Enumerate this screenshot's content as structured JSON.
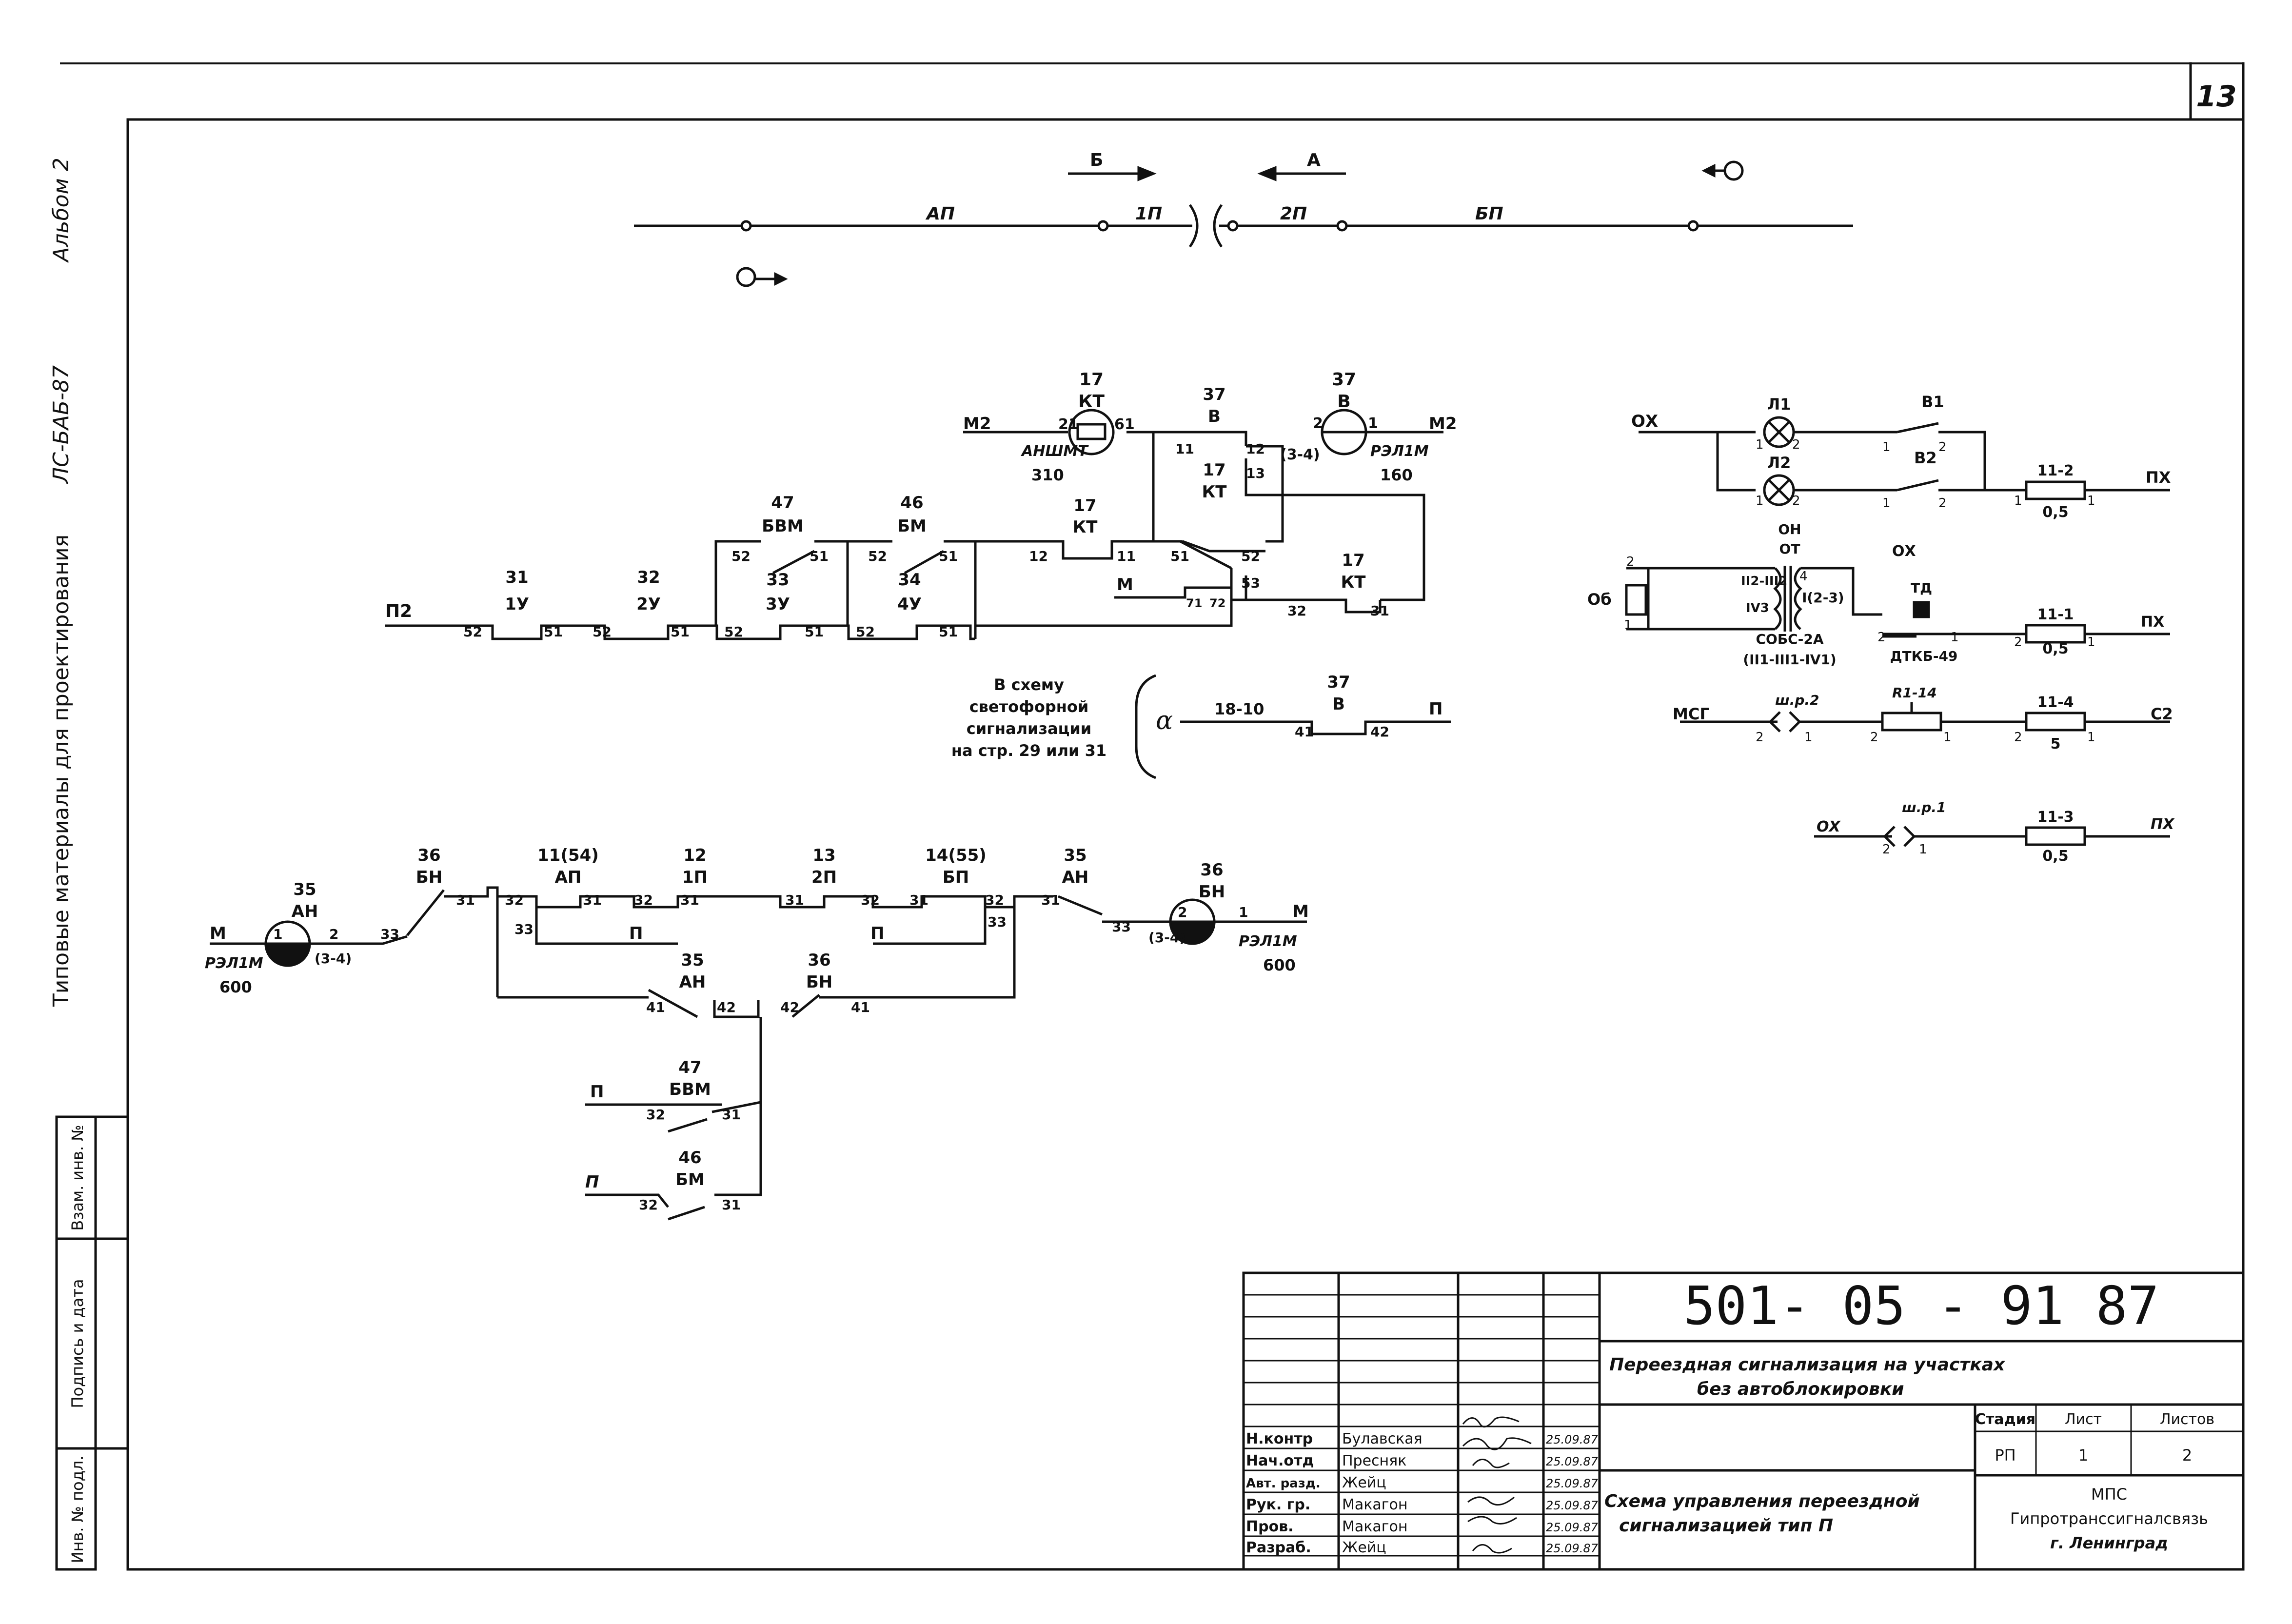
{
  "sheet": {
    "page_number": "13",
    "side_series": "Типовые материалы для проектирования",
    "side_album_code": "ЛС-БАБ-87",
    "side_album": "Альбом 2",
    "side_stamp_cells": [
      "Инв. № подл.",
      "Подпись и дата",
      "Взам. инв. №"
    ]
  },
  "track": {
    "direction_b": "Б",
    "direction_a": "А",
    "sections": [
      "АП",
      "1П",
      "2П",
      "БП"
    ]
  },
  "crossing_circuit": {
    "bus_left": "П2",
    "bus_m2_left": "М2",
    "bus_m2_right": "М2",
    "contacts": {
      "c31": "31",
      "c1u": "1У",
      "c32": "32",
      "c2u": "2У",
      "c47": "47",
      "cbvm": "БВМ",
      "c33": "33",
      "c3u": "3У",
      "c46": "46",
      "cbm": "БМ",
      "c34": "34",
      "c4u": "4У",
      "c17a": "17",
      "ckta": "КТ",
      "c17b": "17",
      "cktb": "КТ",
      "c17c": "17",
      "cktc": "КТ",
      "c37a": "37",
      "cva": "В",
      "m_label": "М"
    },
    "relay_kt": {
      "number": "17",
      "name": "КТ",
      "type": "АНШМТ",
      "resistance": "310",
      "pin_a": "21",
      "pin_b": "61"
    },
    "relay_v": {
      "number": "37",
      "name": "В",
      "type": "РЭЛ1М",
      "resistance": "160",
      "pin_a": "2",
      "pin_b": "1",
      "pins_extra": "(3-4)"
    },
    "pins": [
      "52",
      "51",
      "52",
      "51",
      "52",
      "51",
      "52",
      "51",
      "52",
      "51",
      "52",
      "51",
      "12",
      "11",
      "51",
      "52",
      "53",
      "71",
      "72",
      "32",
      "31",
      "11",
      "12",
      "13"
    ],
    "note_lines": [
      "В схему",
      "светофорной",
      "сигнализации",
      "на стр. 29 или 31"
    ],
    "alpha_branch": {
      "label": "α",
      "wire": "18-10",
      "contact_num": "37",
      "contact_name": "В",
      "pin_a": "41",
      "pin_b": "42",
      "bus": "П"
    }
  },
  "signal_circuit": {
    "ox": "ОХ",
    "px": "ПХ",
    "lamp1": "Л1",
    "lamp2": "Л2",
    "sw1": "В1",
    "sw2": "В2",
    "fuse_a": {
      "name": "11-2",
      "rating": "0,5"
    },
    "fuse_b": {
      "name": "11-1",
      "rating": "0,5"
    },
    "fuse_c": {
      "name": "11-4",
      "rating": "5"
    },
    "fuse_d": {
      "name": "11-3",
      "rating": "0,5"
    },
    "transformer": {
      "label_top": "ОН",
      "label_bottom": "ОТ",
      "name": "СОБС-2А",
      "taps": "(II1-III1-IV1)",
      "primary_a": "II2-III2",
      "primary_b": "IV3",
      "secondary": "I(2-3)"
    },
    "td_label": "ТД",
    "dtkb": "ДТКБ-49",
    "ob": "Об",
    "msg": "МСГ",
    "c2": "С2",
    "shr2": "ш.р.2",
    "r1": "R1-14",
    "shr1": "ш.р.1",
    "pins": [
      "1",
      "2",
      "1",
      "2",
      "1",
      "2",
      "1",
      "2",
      "1",
      "4",
      "1",
      "2",
      "1",
      "2",
      "1",
      "2",
      "1",
      "2",
      "1",
      "2",
      "1",
      "2",
      "1",
      "2",
      "1"
    ]
  },
  "motor_circuit": {
    "left_relay": {
      "number": "35",
      "name": "АН",
      "type": "РЭЛ1М",
      "resistance": "600",
      "pin_a": "1",
      "pin_b": "2",
      "extra": "(3-4)",
      "bus": "М"
    },
    "right_relay": {
      "number": "36",
      "name": "БН",
      "type": "РЭЛ1М",
      "resistance": "600",
      "pin_a": "2",
      "pin_b": "1",
      "extra": "(3-4)",
      "bus": "М"
    },
    "contacts_top": [
      {
        "num": "36",
        "name": "БН"
      },
      {
        "num": "11(54)",
        "name": "АП"
      },
      {
        "num": "12",
        "name": "1П"
      },
      {
        "num": "13",
        "name": "2П"
      },
      {
        "num": "14(55)",
        "name": "БП"
      },
      {
        "num": "35",
        "name": "АН"
      }
    ],
    "contacts_mid": [
      {
        "num": "35",
        "name": "АН"
      },
      {
        "num": "36",
        "name": "БН"
      }
    ],
    "contacts_bottom": [
      {
        "num": "47",
        "name": "БВМ"
      },
      {
        "num": "46",
        "name": "БМ"
      }
    ],
    "bus_p": "П",
    "bus_p2": "П",
    "bus_p3": "П",
    "bus_p4": "П",
    "pins": [
      "33",
      "31",
      "32",
      "31",
      "32",
      "31",
      "31",
      "32",
      "31",
      "32",
      "31",
      "33",
      "33",
      "33",
      "41",
      "42",
      "42",
      "41",
      "32",
      "31",
      "32",
      "31"
    ]
  },
  "title_block": {
    "doc_number": "501- 05 - 91  87",
    "title_line1": "Переездная сигнализация на участках",
    "title_line2": "без автоблокировки",
    "description_line1": "Схема управления переездной",
    "description_line2": "сигнализацией тип П",
    "stage_header": "Стадия",
    "sheet_header": "Лист",
    "sheets_header": "Листов",
    "stage": "РП",
    "sheet_no": "1",
    "sheets_total": "2",
    "org_line1": "МПС",
    "org_line2": "Гипротранссигналсвязь",
    "org_line3": "г. Ленинград",
    "people": [
      {
        "role": "Н.контр",
        "name": "Булавская",
        "date": "25.09.87"
      },
      {
        "role": "Нач.отд",
        "name": "Пресняк",
        "date": "25.09.87"
      },
      {
        "role": "Авт. разд.",
        "name": "Жейц",
        "date": "25.09.87"
      },
      {
        "role": "Рук. гр.",
        "name": "Макагон",
        "date": "25.09.87"
      },
      {
        "role": "Пров.",
        "name": "Макагон",
        "date": "25.09.87"
      },
      {
        "role": "Разраб.",
        "name": "Жейц",
        "date": "25.09.87"
      }
    ]
  }
}
